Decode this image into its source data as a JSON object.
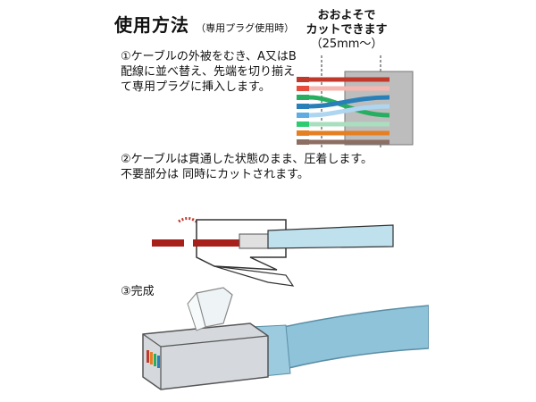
{
  "heading": {
    "title": "使用方法",
    "subtitle": "（専用プラグ使用時）"
  },
  "strip_note": {
    "line1": "おおよそで",
    "line2": "カットできます",
    "length": "（25mm〜）"
  },
  "steps": [
    {
      "text": "①ケーブルの外被をむき、A又はB配線に並べ替え、先端を切り揃えて専用プラグに挿入します。"
    },
    {
      "text": "②ケーブルは貫通した状態のまま、圧着します。不要部分は 同時にカットされます。"
    },
    {
      "text": "③完成"
    }
  ],
  "colors": {
    "jacket": "#b8b8b8",
    "cable_blue": "#8fc3da",
    "red": "#a8201a",
    "wire_colors": [
      "#c0392b",
      "#27ae60",
      "#e67e22",
      "#2980b9",
      "#8e44ad",
      "#7f8c8d"
    ]
  }
}
